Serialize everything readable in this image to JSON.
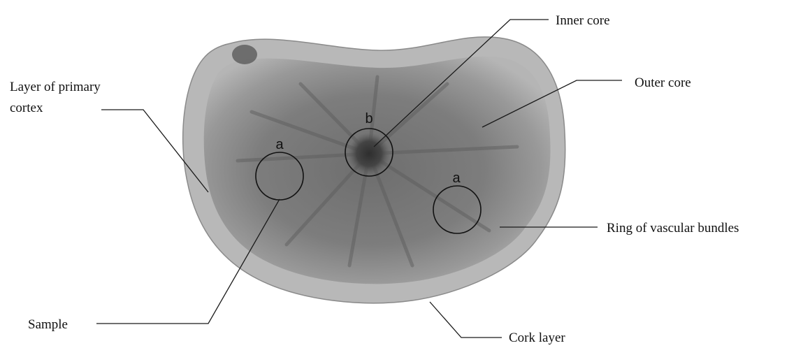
{
  "labels": {
    "inner_core": "Inner core",
    "outer_core": "Outer core",
    "primary_cortex_line1": "Layer of primary",
    "primary_cortex_line2": "cortex",
    "vascular_ring": "Ring of vascular bundles",
    "sample": "Sample",
    "cork_layer": "Cork layer"
  },
  "markers": {
    "a_left": "a",
    "b_center": "b",
    "a_right": "a"
  }
}
